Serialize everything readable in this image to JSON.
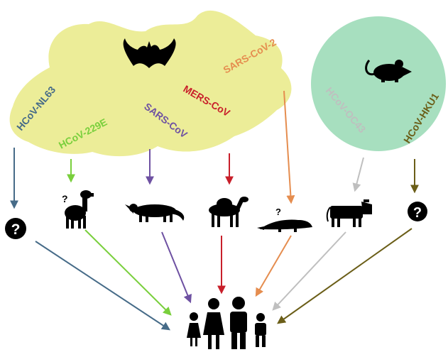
{
  "colors": {
    "bat_blob": "#eced98",
    "rodent_circle": "#a7dfbf",
    "silhouette": "#000000",
    "nl63": "#466b88",
    "e229": "#79cf3c",
    "sars": "#6e51a2",
    "mers": "#c81f2a",
    "sars2": "#e58d4f",
    "oc43": "#bfbfbf",
    "hku1": "#6b5e18"
  },
  "viruses": {
    "nl63": "HCoV-NL63",
    "e229": "HCoV-229E",
    "sars": "SARS-CoV",
    "mers": "MERS-CoV",
    "sars2": "SARS-CoV-2",
    "oc43": "HCoV-OC43",
    "hku1": "HCoV-HKU1"
  },
  "hosts": {
    "unknown_mark": "?",
    "alpaca_question": "?",
    "pangolin_question": "?"
  },
  "icons": {
    "reservoir_bat": "bat-icon",
    "reservoir_rodent": "rat-icon",
    "intermediate": [
      "question-circle-icon",
      "alpaca-icon",
      "civet-icon",
      "camel-icon",
      "pangolin-icon",
      "cow-icon",
      "question-circle-icon"
    ],
    "target": "human-family-icon"
  }
}
